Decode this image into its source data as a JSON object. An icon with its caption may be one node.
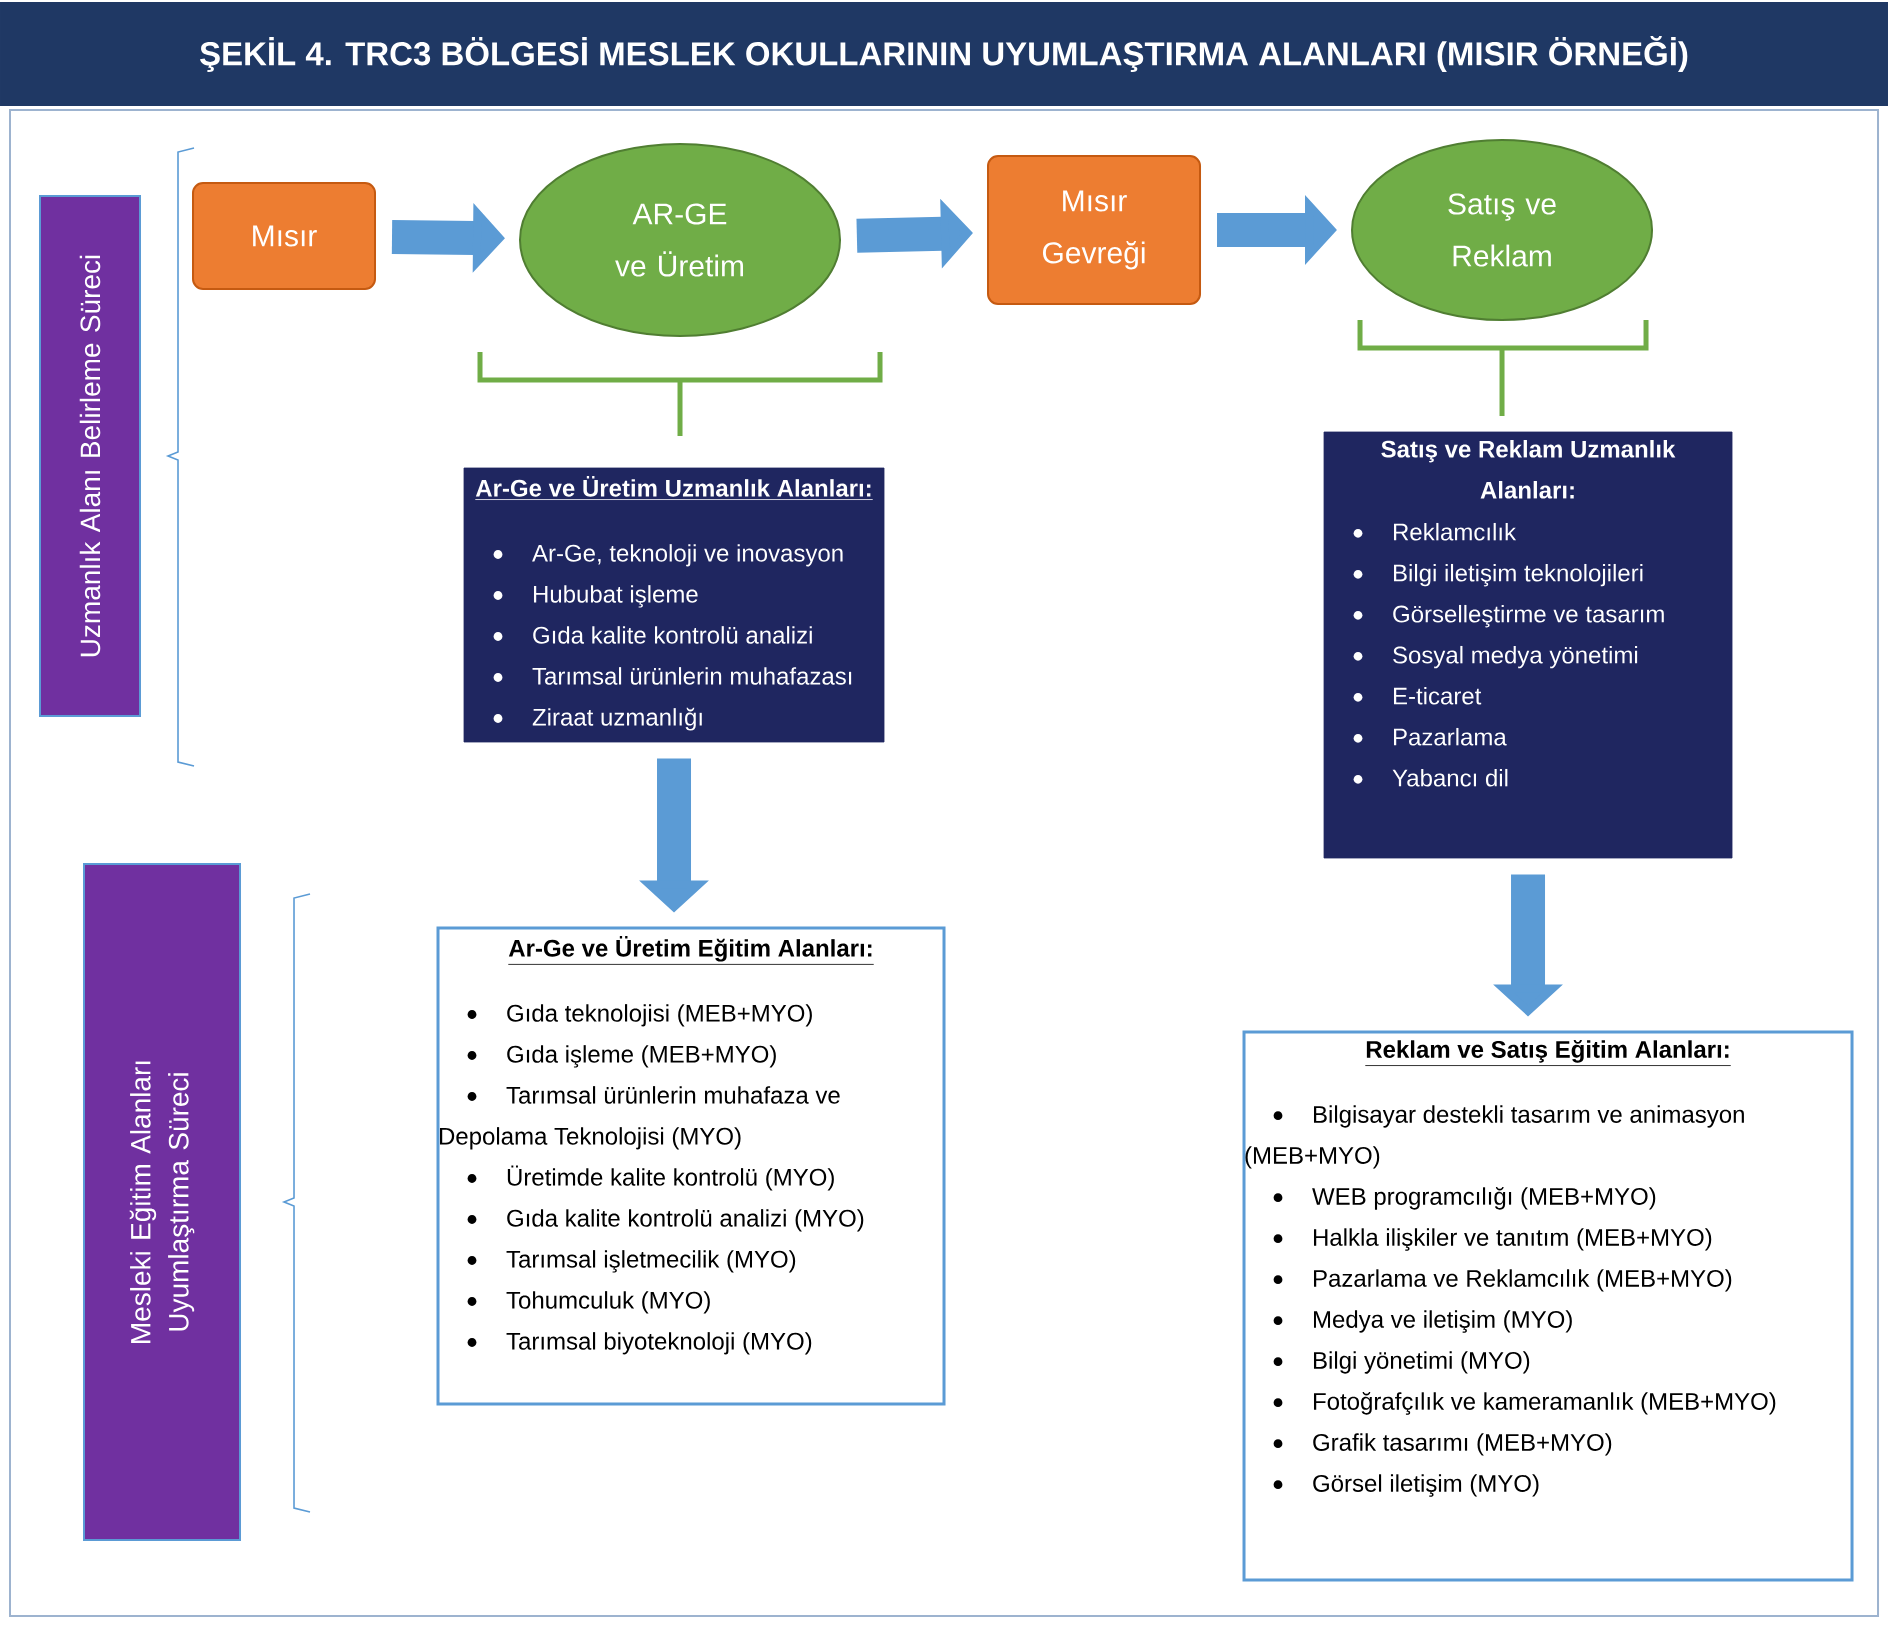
{
  "diagram": {
    "title": "ŞEKİL 4. TRC3 BÖLGESİ MESLEK OKULLARININ UYUMLAŞTIRMA ALANLARI (MISIR ÖRNEĞİ)",
    "nodes": [
      {
        "text": [
          "Mısır"
        ]
      },
      {
        "text": [
          "AR-GE ve Üretim"
        ]
      },
      {
        "text": [
          "Mısır Gevreği"
        ]
      },
      {
        "text": [
          "Satış ve Reklam"
        ]
      },
      {
        "text": [
          "Ar-Ge ve Üretim Uzmanlık Alanları:",
          "Ar-Ge, teknoloji ve inovasyon",
          "Hububat işleme",
          "Gıda kalite kontrolü analizi",
          "Tarımsal ürünlerin muhafazası",
          "Ziraat uzmanlığı"
        ]
      },
      {
        "text": [
          "Satış ve Reklam Uzmanlık Alanları:",
          "Reklamcılık",
          "Bilgi iletişim teknolojileri",
          "Görselleştirme ve tasarım",
          "Sosyal medya yönetimi",
          "E-ticaret",
          "Pazarlama",
          "Yabancı dil"
        ]
      },
      {
        "text": [
          "Ar-Ge ve Üretim Eğitim Alanları:",
          "Gıda teknolojisi (MEB+MYO)",
          "Gıda işleme (MEB+MYO)",
          "Tarımsal ürünlerin muhafaza ve Depolama Teknolojisi (MYO)",
          "Üretimde kalite kontrolü (MYO)",
          "Gıda kalite kontrolü analizi (MYO)",
          "Tarımsal işletmecilik (MYO)",
          "Tohumculuk (MYO)",
          "Tarımsal biyoteknoloji (MYO)"
        ]
      },
      {
        "text": [
          "Reklam ve Satış Eğitim Alanları:",
          "Bilgisayar destekli tasarım ve animasyon (MEB+MYO)",
          "WEB programcılığı (MEB+MYO)",
          "Halkla ilişkiler ve tanıtım (MEB+MYO)",
          "Pazarlama ve Reklamcılık (MEB+MYO)",
          "Medya ve iletişim (MYO)",
          "Bilgi yönetimi (MYO)",
          "Fotoğrafçılık ve kameramanlık (MEB+MYO)",
          "Grafik tasarımı (MEB+MYO)",
          "Görsel iletişim (MYO)"
        ]
      },
      {
        "text": [
          "Uzmanlık Alanı Belirleme Süreci"
        ]
      },
      {
        "text": [
          "Mesleki Eğitim Alanları Uyumlaştırma Süreci"
        ]
      }
    ],
    "edges": [
      {
        "from": 0,
        "to": 1,
        "arrow": "to"
      },
      {
        "from": 1,
        "to": 2,
        "arrow": "to"
      },
      {
        "from": 2,
        "to": 3,
        "arrow": "to"
      },
      {
        "from": 4,
        "to": 6,
        "arrow": "to"
      },
      {
        "from": 5,
        "to": 7,
        "arrow": "to"
      }
    ]
  }
}
